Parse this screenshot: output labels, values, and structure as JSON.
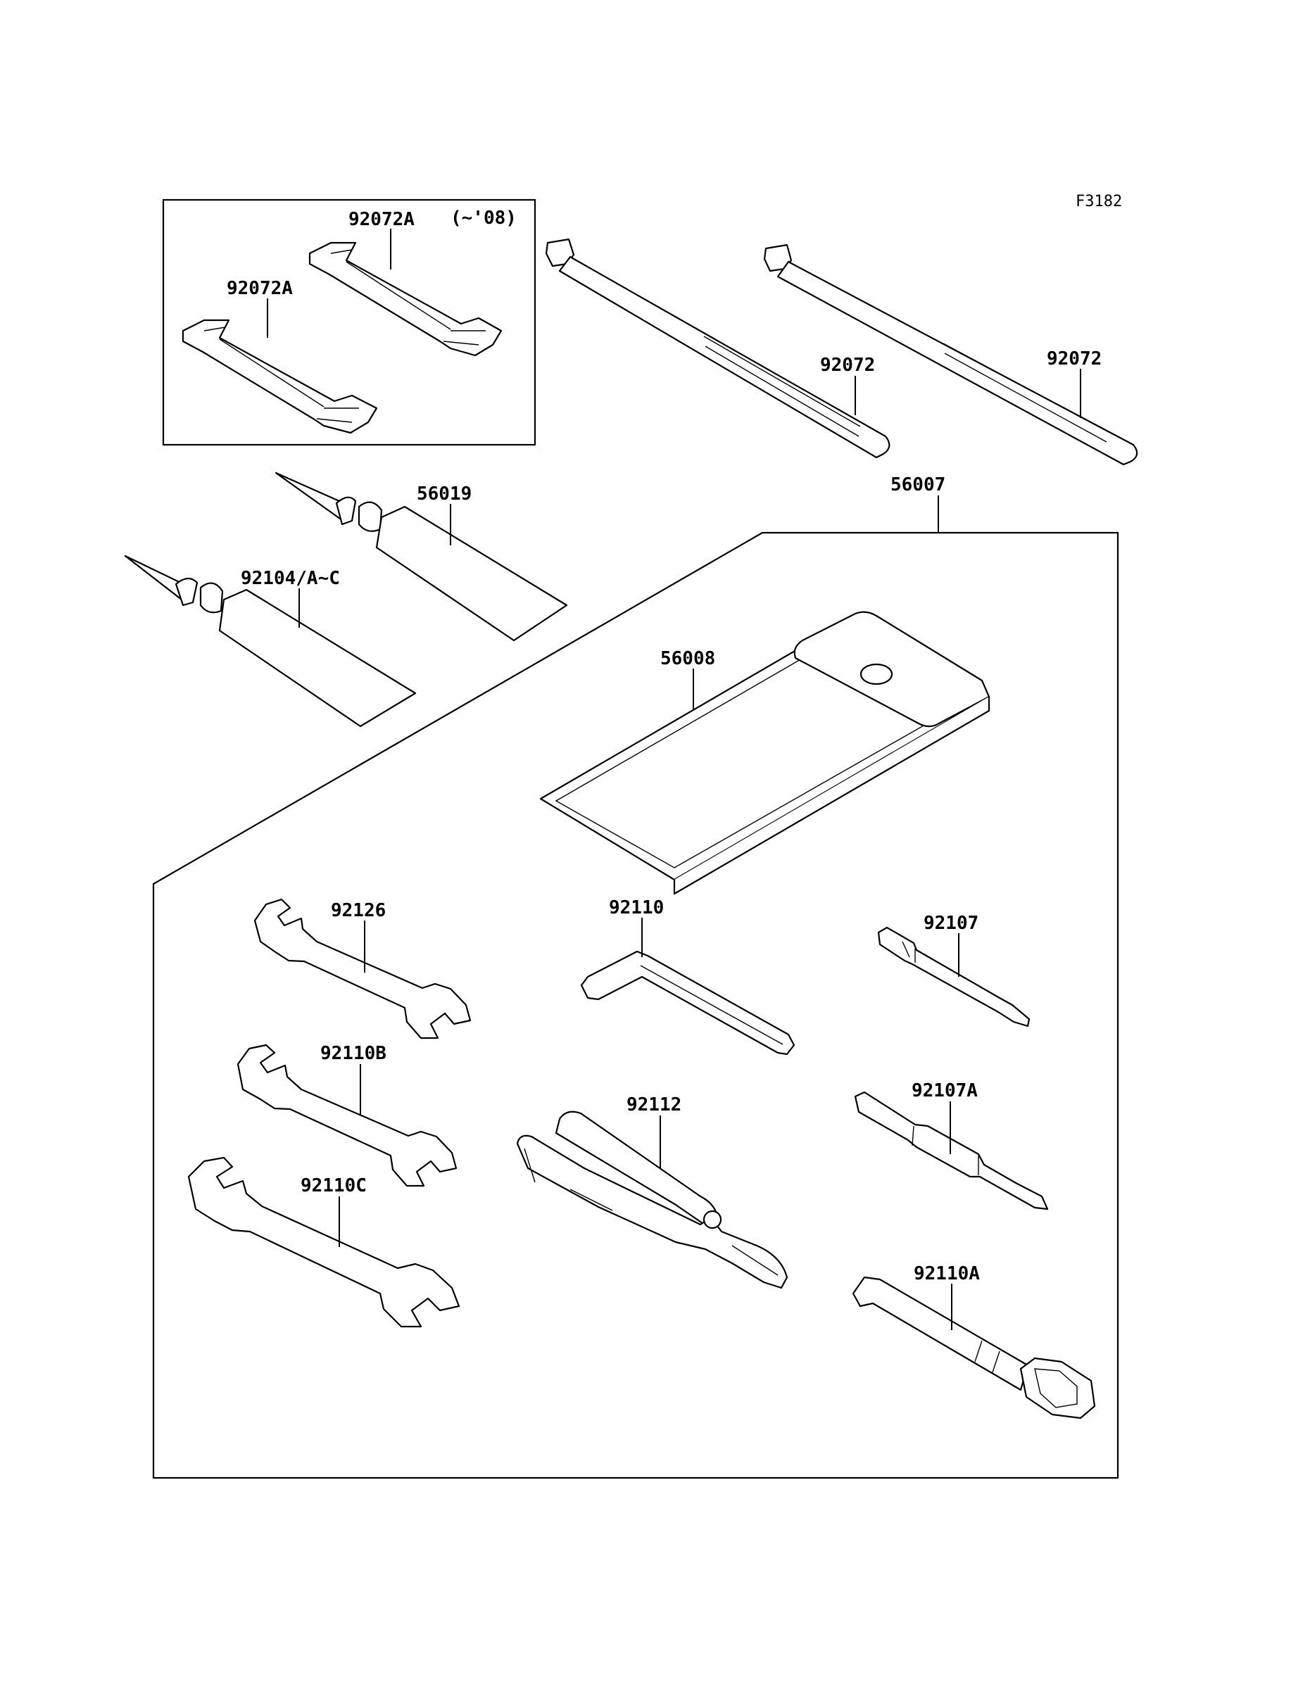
{
  "figure_code": "F3182",
  "labels": {
    "strap_label_upper": "92072A",
    "strap_note": "(~'08)",
    "strap_label_lower": "92072A",
    "tie_label_left": "92072",
    "tie_label_right": "92072",
    "tube_upper": "56019",
    "tube_lower": "92104/A~C",
    "toolkit": "56007",
    "pouch": "56008",
    "wrench_a": "92126",
    "wrench_b": "92110B",
    "wrench_c": "92110C",
    "hex_key": "92110",
    "pliers": "92112",
    "screwdriver": "92107",
    "screwdriver_a": "92107A",
    "spark_wrench": "92110A"
  }
}
